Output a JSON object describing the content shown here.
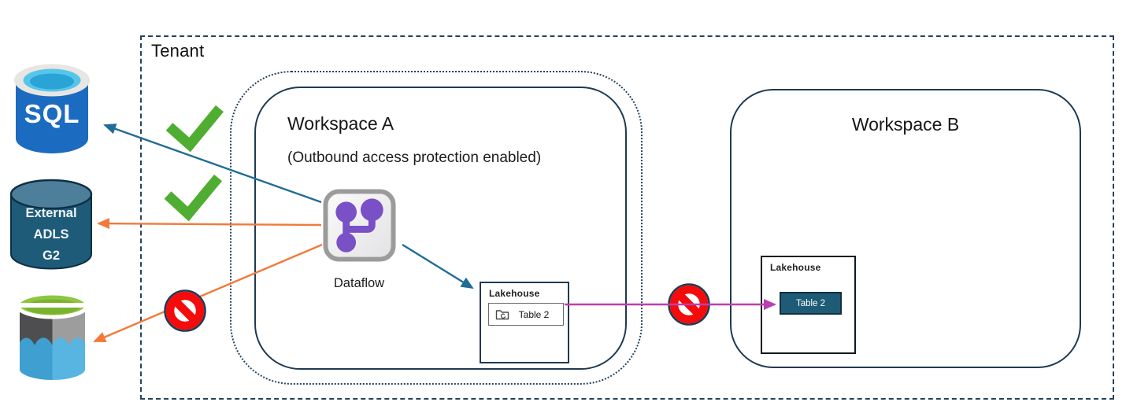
{
  "tenant": {
    "label": "Tenant"
  },
  "external_sources": {
    "sql_db": {
      "label": "SQL"
    },
    "adls": {
      "label": "External\nADLS\nG2"
    },
    "data_lake": {
      "icon": "data-lake-bucket-icon"
    }
  },
  "workspace_a": {
    "title": "Workspace A",
    "subtitle": "(Outbound access protection enabled)",
    "dataflow_label": "Dataflow",
    "lakehouse": {
      "title": "Lakehouse",
      "table_label": "Table 2"
    }
  },
  "workspace_b": {
    "title": "Workspace B",
    "lakehouse": {
      "title": "Lakehouse",
      "table_label": "Table 2"
    }
  },
  "indicators": {
    "allowed_icon": "green-checkmark",
    "blocked_icon": "no-entry-sign",
    "allowed_count": 2,
    "blocked_count": 2
  },
  "colors": {
    "border_navy": "#1f3a52",
    "tenant_dash": "#24435c",
    "arrow_blue": "#1f6c96",
    "arrow_orange": "#f2793b",
    "arrow_magenta": "#bb3fae",
    "check_green": "#4fae31",
    "deny_red": "#f40b0b",
    "dataflow_purple": "#7a50c7",
    "sql_blue": "#1b6bc0",
    "sql_top_blue": "#55c6ea",
    "adls_body": "#1d5b79",
    "adls_top": "#4e7f9a",
    "bucket_green": "#8ec63f",
    "bucket_gray_dark": "#4e4e50",
    "bucket_gray_light": "#9d9d9d",
    "bucket_blue": "#4aa9da",
    "table_fill": "#1d5b76"
  }
}
